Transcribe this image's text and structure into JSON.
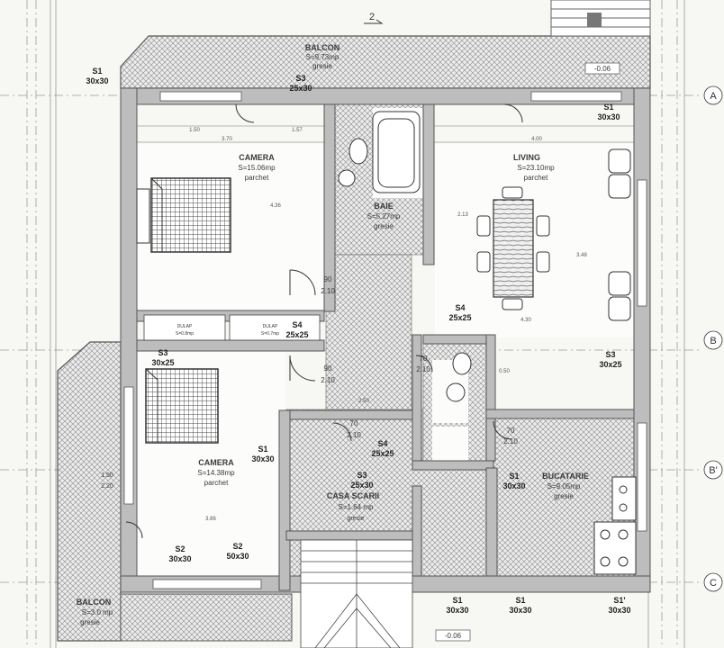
{
  "rooms": {
    "balcon_top": {
      "name": "BALCON",
      "area": "S=9.73mp",
      "finish": "gresie"
    },
    "camera_top": {
      "name": "CAMERA",
      "area": "S=15.06mp",
      "finish": "parchet"
    },
    "baie": {
      "name": "BAIE",
      "area": "S=5.27mp",
      "finish": "gresie"
    },
    "living": {
      "name": "LIVING",
      "area": "S=23.10mp",
      "finish": "parchet"
    },
    "camera_bottom": {
      "name": "CAMERA",
      "area": "S=14.38mp",
      "finish": "parchet"
    },
    "bucatarie": {
      "name": "BUCATARIE",
      "area": "S=9.05mp",
      "finish": "gresie"
    },
    "casa_scarii": {
      "name": "CASA SCARII",
      "area": "S=1.64 mp",
      "finish": "gresie"
    },
    "balcon_bottom": {
      "name": "BALCON",
      "area": "S=3.0 mp",
      "finish": "gresie"
    },
    "dulap1": {
      "name": "DULAP",
      "area": "S=0.8mp"
    },
    "dulap2": {
      "name": "DULAP",
      "area": "S=0.7mp"
    }
  },
  "tags": {
    "s1_tl": {
      "code": "S1",
      "size": "30x30"
    },
    "s3_top": {
      "code": "S3",
      "size": "25x30"
    },
    "s1_tr": {
      "code": "S1",
      "size": "30x30"
    },
    "s4_mid": {
      "code": "S4",
      "size": "25x25"
    },
    "s4_liv": {
      "code": "S4",
      "size": "25x25"
    },
    "s3_left": {
      "code": "S3",
      "size": "30x25"
    },
    "s3_right": {
      "code": "S3",
      "size": "30x25"
    },
    "s1_center": {
      "code": "S1",
      "size": "30x30"
    },
    "s4_center": {
      "code": "S4",
      "size": "25x25"
    },
    "s3_center": {
      "code": "S3",
      "size": "25x30"
    },
    "s1_kitchen": {
      "code": "S1",
      "size": "30x30"
    },
    "s2_a": {
      "code": "S2",
      "size": "30x30"
    },
    "s2_b": {
      "code": "S2",
      "size": "50x30"
    },
    "s1_b1": {
      "code": "S1",
      "size": "30x30"
    },
    "s1_b2": {
      "code": "S1",
      "size": "30x30"
    },
    "s1_b3": {
      "code": "S1'",
      "size": "30x30"
    }
  },
  "doors": {
    "d1": {
      "w": "90",
      "h": "2.10"
    },
    "d2": {
      "w": "90",
      "h": "2.10"
    },
    "d3": {
      "w": "70",
      "h": "2.10"
    },
    "d4": {
      "w": "70",
      "h": "2.10"
    },
    "d5": {
      "w": "70",
      "h": "2.10"
    }
  },
  "window_label": {
    "w": "1.50",
    "h": "2.20"
  },
  "dims": {
    "d_370": "3.70",
    "d_157": "1.57",
    "d_400": "4.00",
    "d_150": "1.50",
    "d_430": "4.30",
    "d_386": "3.86",
    "d_436": "4.36",
    "d_348": "3.48",
    "d_250": "2.50",
    "d_213": "2.13",
    "d_050": "0.50"
  },
  "axes": {
    "a": "A",
    "b": "B",
    "b2": "B'",
    "c": "C",
    "two": "2"
  },
  "levels": {
    "top": "-0.06",
    "bottom": "-0.06"
  }
}
